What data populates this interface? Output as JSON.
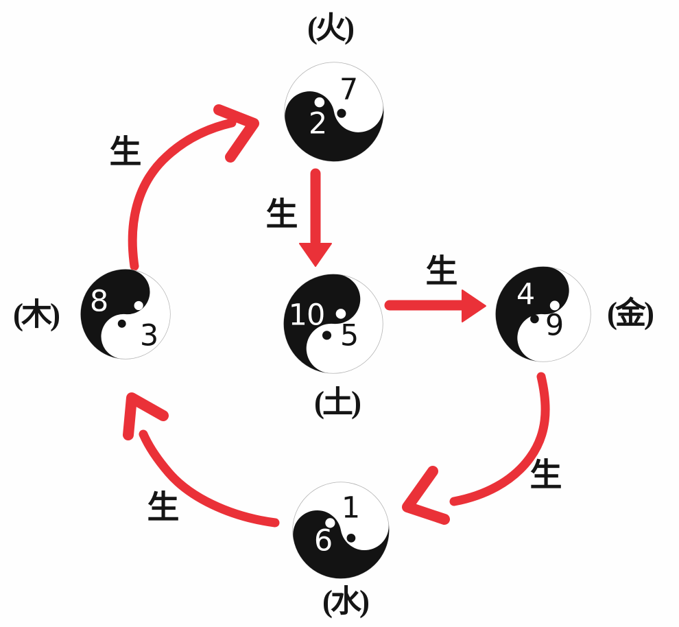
{
  "colors": {
    "arrow_red": "#ea3138",
    "ink_black": "#151515",
    "background": "#fefefe"
  },
  "elements": {
    "fire": {
      "label": "(火)",
      "num_yang": "7",
      "num_yin": "2"
    },
    "wood": {
      "label": "(木)",
      "num_yin": "8",
      "num_yang": "3"
    },
    "earth": {
      "label": "(土)",
      "num_yin": "10",
      "num_yang": "5"
    },
    "metal": {
      "label": "(金)",
      "num_yin": "4",
      "num_yang": "9"
    },
    "water": {
      "label": "(水)",
      "num_yang": "1",
      "num_yin": "6"
    }
  },
  "arrows": [
    {
      "from": "wood",
      "to": "fire",
      "label": "生"
    },
    {
      "from": "fire",
      "to": "earth",
      "label": "生"
    },
    {
      "from": "earth",
      "to": "metal",
      "label": "生"
    },
    {
      "from": "metal",
      "to": "water",
      "label": "生"
    },
    {
      "from": "water",
      "to": "wood",
      "label": "生"
    }
  ]
}
